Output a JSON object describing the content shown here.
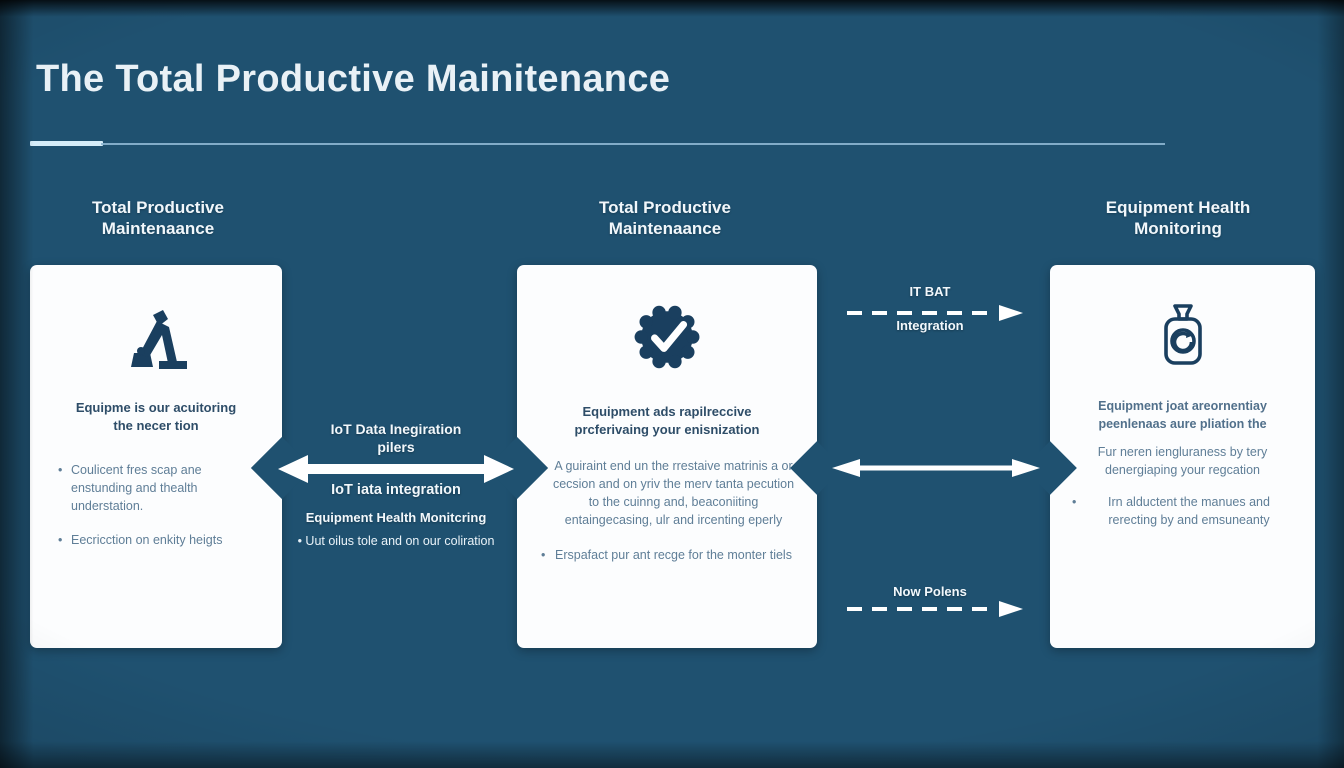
{
  "title": "The Total Productive Mainitenance",
  "columns": [
    {
      "header": "Total Productive\nMaintenaance",
      "card": {
        "icon": "robot-arm-icon",
        "heading": "Equipme is our acuitoring\nthe necer tion",
        "bullets": [
          "Coulicent fres scap ane enstunding and thealth understation.",
          "Eecricction on enkity heigts"
        ]
      }
    },
    {
      "header": "Total Productive\nMaintenaance",
      "card": {
        "icon": "badge-check-icon",
        "heading": "Equipment ads rapilreccive\nprcferivaing your enisnization",
        "bullets": [
          "A guiraint end un the rrestaive matrinis a or cecsion and on yriv the merv tanta pecution to the cuinng and, beaconiiting entaingecasing, ulr and ircenting eperly",
          "Erspafact pur ant recge for the monter tiels"
        ]
      }
    },
    {
      "header": "Equipment Health\nMonitoring",
      "card": {
        "icon": "monitoring-jar-icon",
        "heading": "Equipment joat areornentiay\npeenlenaas aure pliation the",
        "paragraph": "Fur neren iengluraness by tery denergiaping your regcation",
        "bullets": [
          "Irn alductent the manues and rerecting by and emsuneanty"
        ]
      }
    }
  ],
  "connector_left": {
    "label_top": "IoT Data Inegiration\npilers",
    "label_mid": "IoT iata integration",
    "label_sub": "Equipment Health Monitcring",
    "bullet": "Uut oilus tole and on our coliration"
  },
  "connector_right": {
    "top_label_line1": "IT BAT",
    "top_label_line2": "Integration",
    "bottom_label": "Now Polens"
  },
  "colors": {
    "background": "#1f5170",
    "card": "#fcfdfe",
    "icon_navy": "#1a3f5f",
    "body_slate": "#5f7e97",
    "text_light": "#f1f7fb"
  }
}
